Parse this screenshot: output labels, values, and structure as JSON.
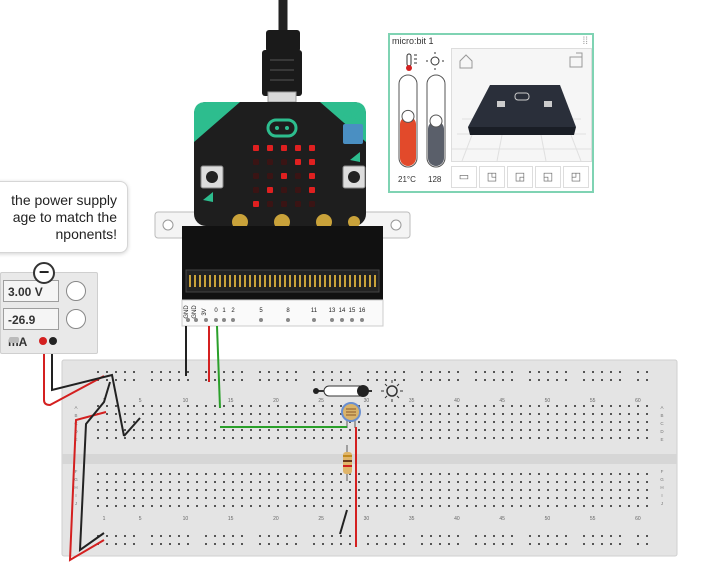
{
  "tooltip": {
    "line1": "the power supply",
    "line2": "age to match the",
    "line3": "nponents!"
  },
  "power_supply": {
    "voltage": "3.00 V",
    "current": "-26.9 mA"
  },
  "microbit_panel": {
    "title": "micro:bit 1",
    "temperature": "21°C",
    "light_level": "128",
    "temperature_fill": 0.55,
    "light_fill": 0.5
  },
  "microbit": {
    "pin_labels": [
      "GND",
      "GND",
      "3V",
      "0",
      "1",
      "2",
      "5",
      "8",
      "11",
      "13",
      "14",
      "15",
      "16"
    ],
    "led_matrix": [
      [
        1,
        1,
        1,
        1,
        1
      ],
      [
        0,
        0,
        0,
        1,
        1
      ],
      [
        0,
        0,
        1,
        0,
        1
      ],
      [
        0,
        1,
        0,
        0,
        1
      ],
      [
        1,
        0,
        0,
        0,
        0
      ]
    ]
  },
  "breadboard": {
    "column_numbers_top": [
      "1",
      "5",
      "10",
      "15",
      "20",
      "25",
      "30",
      "35",
      "40",
      "45",
      "50",
      "55",
      "60"
    ],
    "column_numbers_bottom": [
      "1",
      "5",
      "10",
      "15",
      "20",
      "25",
      "30",
      "35",
      "40",
      "45",
      "50",
      "55",
      "60"
    ],
    "row_letters": [
      "A",
      "B",
      "C",
      "D",
      "E",
      "F",
      "G",
      "H",
      "I",
      "J"
    ]
  },
  "colors": {
    "microbit_black": "#1e1e1e",
    "microbit_green": "#2dbd8e",
    "led_red": "#e02020",
    "wire_red": "#d42020",
    "wire_black": "#222222",
    "wire_green": "#2aa02a",
    "breadboard": "#e4e4e4",
    "panel_border": "#7fd3b3"
  },
  "icons": [
    "thermometer-icon",
    "sun-icon",
    "home-icon",
    "rotate-icon",
    "tilt-icon",
    "light-slider-sun-icon",
    "minus-icon"
  ]
}
